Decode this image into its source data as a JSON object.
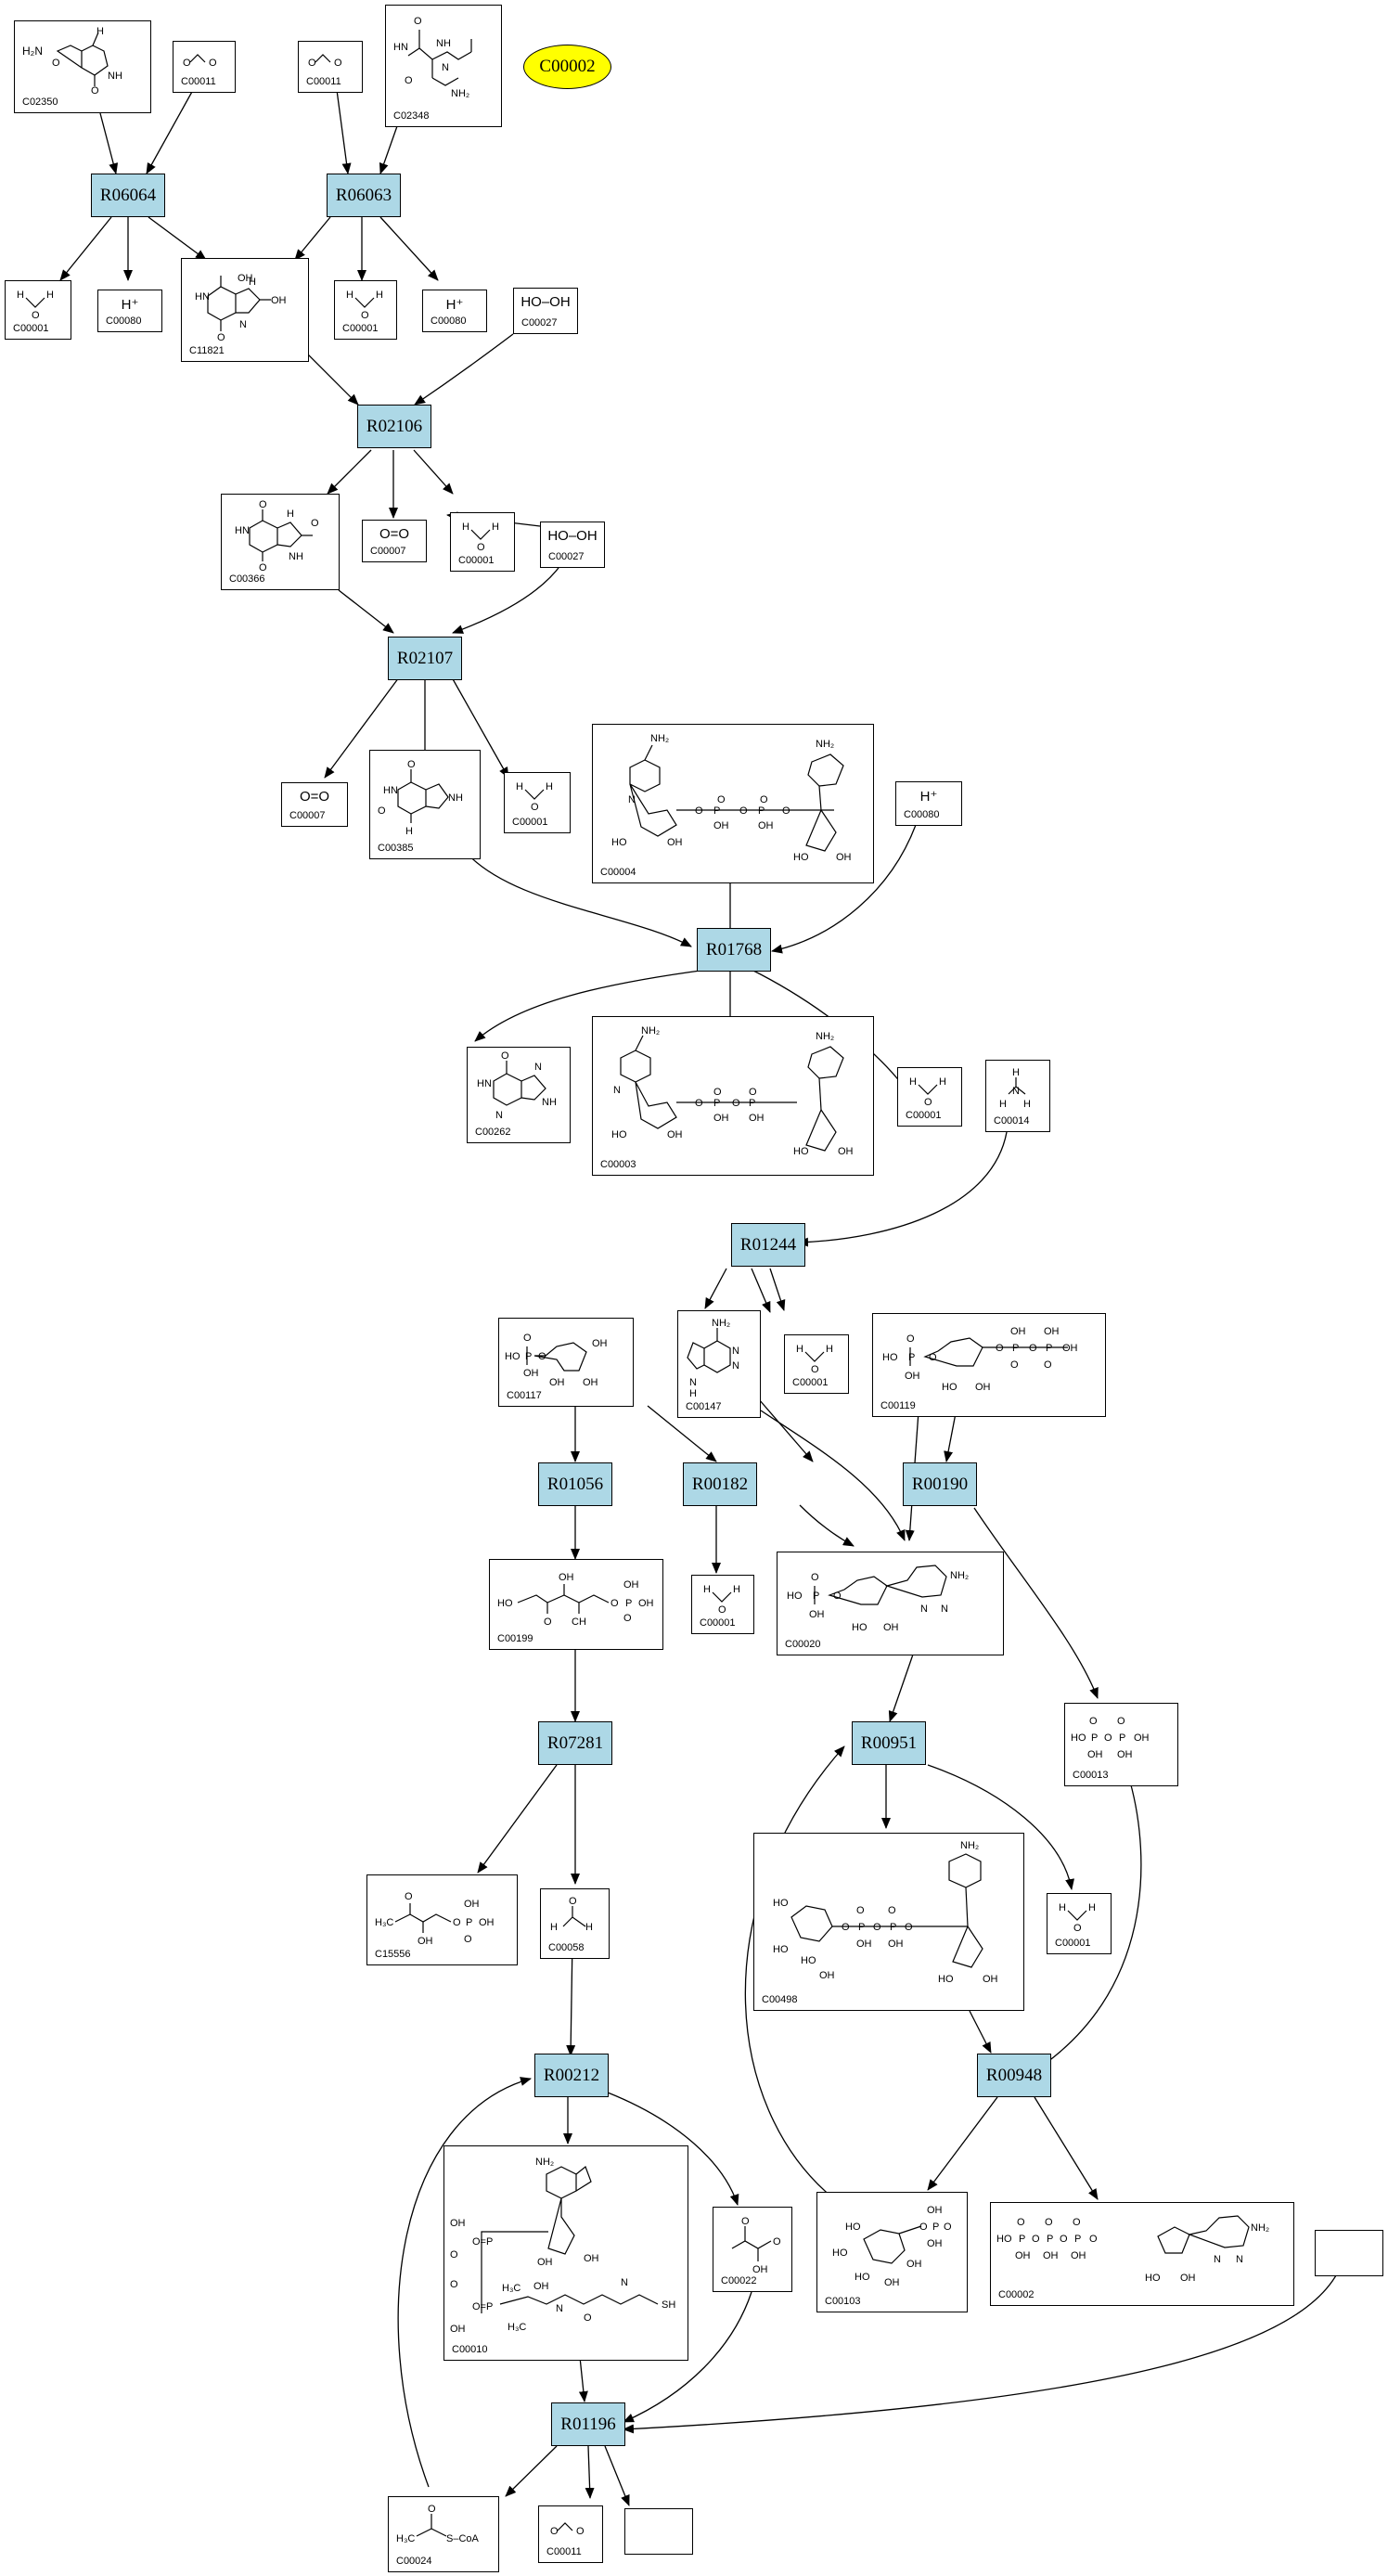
{
  "highlight": {
    "label": "C00002",
    "color": "#ffff00"
  },
  "colors": {
    "reaction": "#add8e6",
    "edge": "#000000"
  },
  "reactions": {
    "R06064": "R06064",
    "R06063": "R06063",
    "R02106": "R02106",
    "R02107": "R02107",
    "R01768": "R01768",
    "R01244": "R01244",
    "R01056": "R01056",
    "R00182": "R00182",
    "R00190": "R00190",
    "R07281": "R07281",
    "R00951": "R00951",
    "R00212": "R00212",
    "R00948": "R00948",
    "R01196": "R01196"
  },
  "compounds": {
    "c02350": {
      "id": "C02350",
      "icon": "allantoin-structure"
    },
    "c00011a": {
      "id": "C00011",
      "icon": "co2-structure"
    },
    "c00011b": {
      "id": "C00011",
      "icon": "co2-structure"
    },
    "c02348": {
      "id": "C02348",
      "icon": "allantoate-structure"
    },
    "c00001a": {
      "id": "C00001",
      "icon": "water-structure"
    },
    "c00080a": {
      "id": "C00080",
      "formula": "H⁺"
    },
    "c11821": {
      "id": "C11821",
      "icon": "hydroxyisourate-structure"
    },
    "c00001b": {
      "id": "C00001",
      "icon": "water-structure"
    },
    "c00080b": {
      "id": "C00080",
      "formula": "H⁺"
    },
    "c00027a": {
      "id": "C00027",
      "formula": "HO–OH"
    },
    "c00366": {
      "id": "C00366",
      "icon": "urate-structure"
    },
    "c00007a": {
      "id": "C00007",
      "formula": "O=O"
    },
    "c00001c": {
      "id": "C00001",
      "icon": "water-structure"
    },
    "c00027b": {
      "id": "C00027",
      "formula": "HO–OH"
    },
    "c00007b": {
      "id": "C00007",
      "formula": "O=O"
    },
    "c00385": {
      "id": "C00385",
      "icon": "xanthine-structure"
    },
    "c00001d": {
      "id": "C00001",
      "icon": "water-structure"
    },
    "c00004": {
      "id": "C00004",
      "icon": "nadh-structure"
    },
    "c00080c": {
      "id": "C00080",
      "formula": "H⁺"
    },
    "c00262": {
      "id": "C00262",
      "icon": "hypoxanthine-structure"
    },
    "c00003": {
      "id": "C00003",
      "icon": "nad-structure"
    },
    "c00001e": {
      "id": "C00001",
      "icon": "water-structure"
    },
    "c00014": {
      "id": "C00014",
      "icon": "ammonia-structure"
    },
    "c00117": {
      "id": "C00117",
      "icon": "ribose-5-phosphate-structure"
    },
    "c00147": {
      "id": "C00147",
      "icon": "adenine-structure"
    },
    "c00001f": {
      "id": "C00001",
      "icon": "water-structure"
    },
    "c00119": {
      "id": "C00119",
      "icon": "prpp-structure"
    },
    "c00199": {
      "id": "C00199",
      "icon": "ribulose-5-phosphate-structure"
    },
    "c00001g": {
      "id": "C00001",
      "icon": "water-structure"
    },
    "c00020": {
      "id": "C00020",
      "icon": "amp-structure"
    },
    "c00013": {
      "id": "C00013",
      "icon": "diphosphate-structure"
    },
    "c15556": {
      "id": "C15556",
      "icon": "hydroxy-oxobutyl-phosphate-structure"
    },
    "c00058": {
      "id": "C00058",
      "icon": "formate-structure"
    },
    "c00498": {
      "id": "C00498",
      "icon": "adp-glucose-structure"
    },
    "c00001h": {
      "id": "C00001",
      "icon": "water-structure"
    },
    "c00010": {
      "id": "C00010",
      "icon": "coa-structure"
    },
    "c00022": {
      "id": "C00022",
      "icon": "pyruvate-structure"
    },
    "c00103": {
      "id": "C00103",
      "icon": "glucose-1-phosphate-structure"
    },
    "c00002": {
      "id": "C00002",
      "icon": "atp-structure"
    },
    "c00024": {
      "id": "C00024",
      "icon": "acetyl-coa-structure"
    },
    "c00011c": {
      "id": "C00011",
      "icon": "co2-structure"
    }
  }
}
